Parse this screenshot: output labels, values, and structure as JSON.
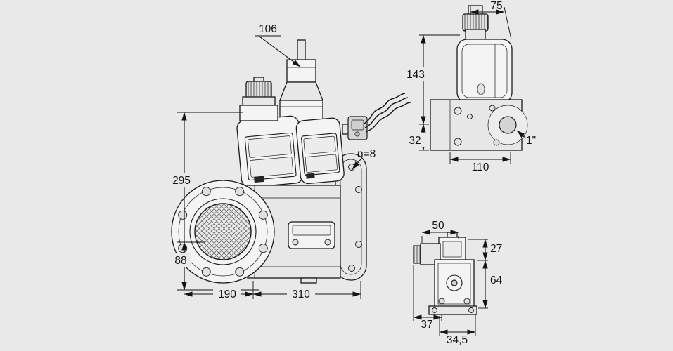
{
  "drawing": {
    "background_color": "#e9e9e9",
    "line_color": "#1a1a1a",
    "views": {
      "main": {
        "dims": {
          "d106": "106",
          "d295": "295",
          "d88": "88",
          "d190": "190",
          "d310": "310",
          "n8": "n=8"
        }
      },
      "side": {
        "dims": {
          "d75": "75",
          "d143": "143",
          "d32": "32",
          "d110": "110",
          "conn": "1\""
        }
      },
      "pilot": {
        "dims": {
          "d50": "50",
          "d27": "27",
          "d64": "64",
          "d37": "37",
          "d34_5": "34,5"
        }
      }
    }
  }
}
